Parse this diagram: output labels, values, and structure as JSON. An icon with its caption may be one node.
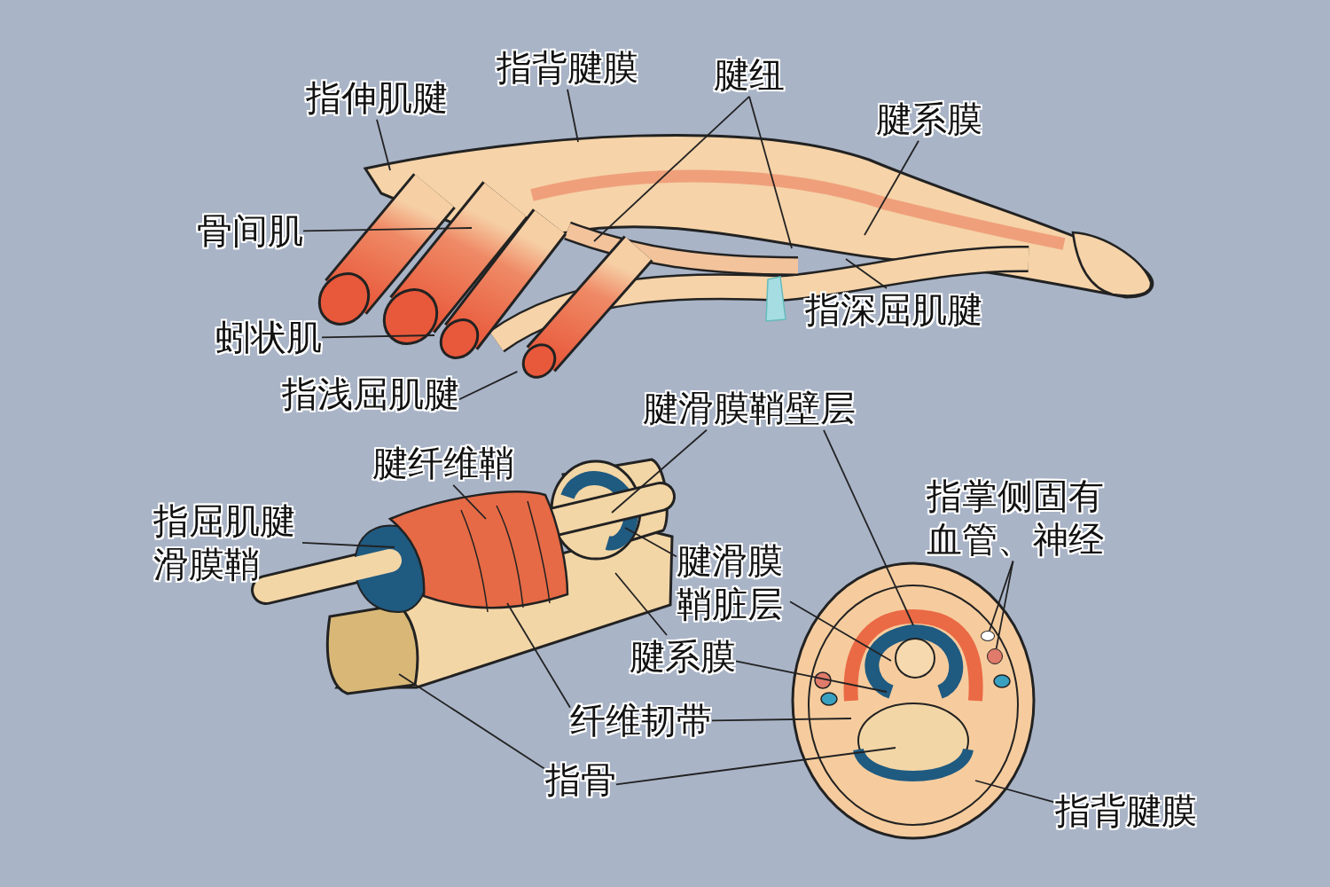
{
  "diagram": {
    "nodes": [
      {
        "text": [
          "指伸肌腱"
        ]
      },
      {
        "text": [
          "指背腱膜"
        ]
      },
      {
        "text": [
          "腱纽"
        ]
      },
      {
        "text": [
          "腱系膜"
        ]
      },
      {
        "text": [
          "骨间肌"
        ]
      },
      {
        "text": [
          "蚓状肌"
        ]
      },
      {
        "text": [
          "指深屈肌腱"
        ]
      },
      {
        "text": [
          "指浅屈肌腱"
        ]
      },
      {
        "text": [
          "腱滑膜鞘壁层"
        ]
      },
      {
        "text": [
          "腱纤维鞘"
        ]
      },
      {
        "text": [
          "指屈肌腱滑膜鞘"
        ]
      },
      {
        "text": [
          "指掌侧固有血管、神经"
        ]
      },
      {
        "text": [
          "腱滑膜鞘脏层"
        ]
      },
      {
        "text": [
          "腱系膜"
        ]
      },
      {
        "text": [
          "纤维韧带"
        ]
      },
      {
        "text": [
          "指骨"
        ]
      },
      {
        "text": [
          "指背腱膜"
        ]
      },
      {
        "text": [],
        "shape": "circle"
      },
      {
        "text": [],
        "shape": "circle"
      },
      {
        "text": [],
        "shape": "circle"
      }
    ],
    "edges": [
      {
        "from": 0,
        "to": null,
        "arrow": "none"
      },
      {
        "from": 1,
        "to": null,
        "arrow": "none"
      },
      {
        "from": 2,
        "to": null,
        "arrow": "none"
      },
      {
        "from": 2,
        "to": null,
        "arrow": "none"
      },
      {
        "from": 3,
        "to": null,
        "arrow": "none"
      },
      {
        "from": 4,
        "to": null,
        "arrow": "none"
      },
      {
        "from": 5,
        "to": null,
        "arrow": "none"
      },
      {
        "from": 6,
        "to": null,
        "arrow": "none"
      },
      {
        "from": 7,
        "to": 17,
        "arrow": "none"
      },
      {
        "from": 8,
        "to": null,
        "arrow": "none"
      },
      {
        "from": 8,
        "to": null,
        "arrow": "none"
      },
      {
        "from": 9,
        "to": null,
        "arrow": "none"
      },
      {
        "from": 10,
        "to": null,
        "arrow": "none"
      },
      {
        "from": 11,
        "to": 18,
        "arrow": "none"
      },
      {
        "from": 11,
        "to": 19,
        "arrow": "none"
      },
      {
        "from": 12,
        "to": null,
        "arrow": "none"
      },
      {
        "from": 12,
        "to": null,
        "arrow": "none"
      },
      {
        "from": 13,
        "to": null,
        "arrow": "none"
      },
      {
        "from": 13,
        "to": null,
        "arrow": "none"
      },
      {
        "from": 14,
        "to": null,
        "arrow": "none"
      },
      {
        "from": 14,
        "to": null,
        "arrow": "none"
      },
      {
        "from": 15,
        "to": null,
        "arrow": "none"
      },
      {
        "from": 15,
        "to": null,
        "arrow": "none"
      },
      {
        "from": 16,
        "to": null,
        "arrow": "none"
      }
    ]
  }
}
